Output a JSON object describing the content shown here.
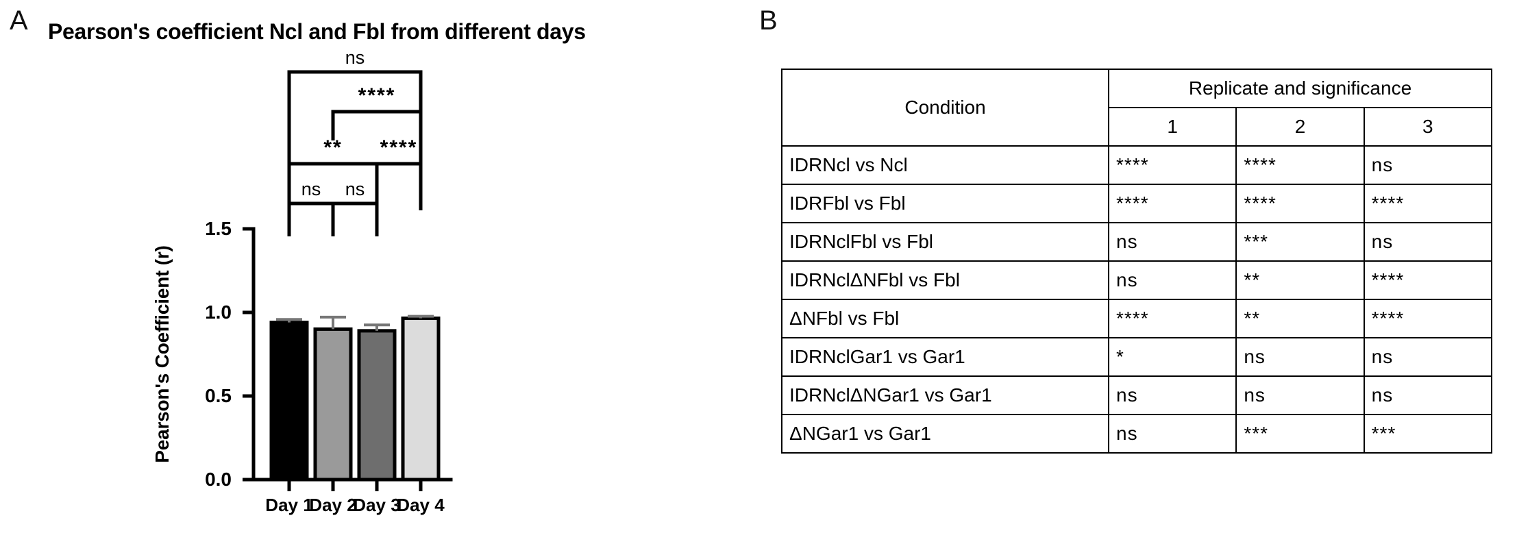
{
  "panels": {
    "a_letter": "A",
    "b_letter": "B"
  },
  "chart_data": {
    "type": "bar",
    "title": "Pearson's coefficient Ncl and Fbl from different days",
    "xlabel": "",
    "ylabel": "Pearson's Coefficient (r)",
    "categories": [
      "Day 1",
      "Day 2",
      "Day 3",
      "Day 4"
    ],
    "values": [
      0.94,
      0.9,
      0.89,
      0.965
    ],
    "errors": [
      0.018,
      0.072,
      0.035,
      0.012
    ],
    "bar_colors": [
      "#000000",
      "#9a9a9a",
      "#6e6e6e",
      "#dcdcdc"
    ],
    "ylim": [
      0.0,
      1.5
    ],
    "yticks": [
      "0.0",
      "0.5",
      "1.0",
      "1.5"
    ],
    "ytick_values": [
      0.0,
      0.5,
      1.0,
      1.5
    ],
    "grid": false,
    "legend": "none",
    "annotations": [
      {
        "label": "ns",
        "from": "Day 1",
        "to": "Day 4",
        "level": 5
      },
      {
        "label": "****",
        "from": "Day 2",
        "to": "Day 4",
        "level": 4
      },
      {
        "label": "**",
        "from": "Day 1",
        "to": "Day 3",
        "level": 3
      },
      {
        "label": "****",
        "from": "Day 3",
        "to": "Day 4",
        "level": 3
      },
      {
        "label": "ns",
        "from": "Day 1",
        "to": "Day 2",
        "level": 2
      },
      {
        "label": "ns",
        "from": "Day 2",
        "to": "Day 3",
        "level": 2
      }
    ]
  },
  "table": {
    "header": {
      "condition": "Condition",
      "replicate_group": "Replicate and significance",
      "replicates": [
        "1",
        "2",
        "3"
      ]
    },
    "rows": [
      {
        "condition": "IDRNcl vs Ncl",
        "values": [
          "****",
          "****",
          "ns"
        ]
      },
      {
        "condition": "IDRFbl vs Fbl",
        "values": [
          "****",
          "****",
          "****"
        ]
      },
      {
        "condition": "IDRNclFbl vs Fbl",
        "values": [
          "ns",
          "***",
          "ns"
        ]
      },
      {
        "condition": "IDRNclΔNFbl vs Fbl",
        "values": [
          "ns",
          "**",
          "****"
        ]
      },
      {
        "condition": "ΔNFbl vs Fbl",
        "values": [
          "****",
          "**",
          "****"
        ]
      },
      {
        "condition": "IDRNclGar1 vs Gar1",
        "values": [
          "*",
          "ns",
          "ns"
        ]
      },
      {
        "condition": "IDRNclΔNGar1 vs Gar1",
        "values": [
          "ns",
          "ns",
          "ns"
        ]
      },
      {
        "condition": "ΔNGar1 vs Gar1",
        "values": [
          "ns",
          "***",
          "***"
        ]
      }
    ]
  }
}
